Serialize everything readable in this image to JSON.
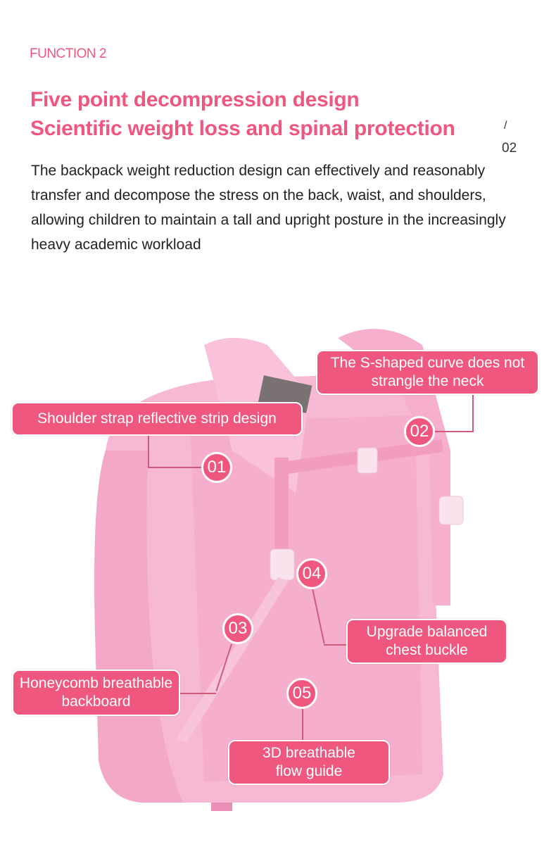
{
  "header": {
    "function_label": "FUNCTION 2",
    "title_line1": "Five point decompression design",
    "title_line2": "Scientific weight loss and spinal protection",
    "page_slash": "/",
    "page_number": "02",
    "description": "The backpack weight reduction design can effectively and reasonably transfer and decompose the stress on the back, waist, and shoulders, allowing children to maintain a tall and upright posture in the increasingly heavy academic workload"
  },
  "callouts": [
    {
      "number": "01",
      "label": "Shoulder strap reflective strip design"
    },
    {
      "number": "02",
      "label": "The S-shaped curve does not strangle the neck"
    },
    {
      "number": "03",
      "label": "Honeycomb breathable backboard"
    },
    {
      "number": "04",
      "label": "Upgrade balanced chest buckle"
    },
    {
      "number": "05",
      "label": "3D breathable flow guide"
    }
  ],
  "colors": {
    "accent": "#f0577f",
    "bag": "#f7b3cf"
  }
}
